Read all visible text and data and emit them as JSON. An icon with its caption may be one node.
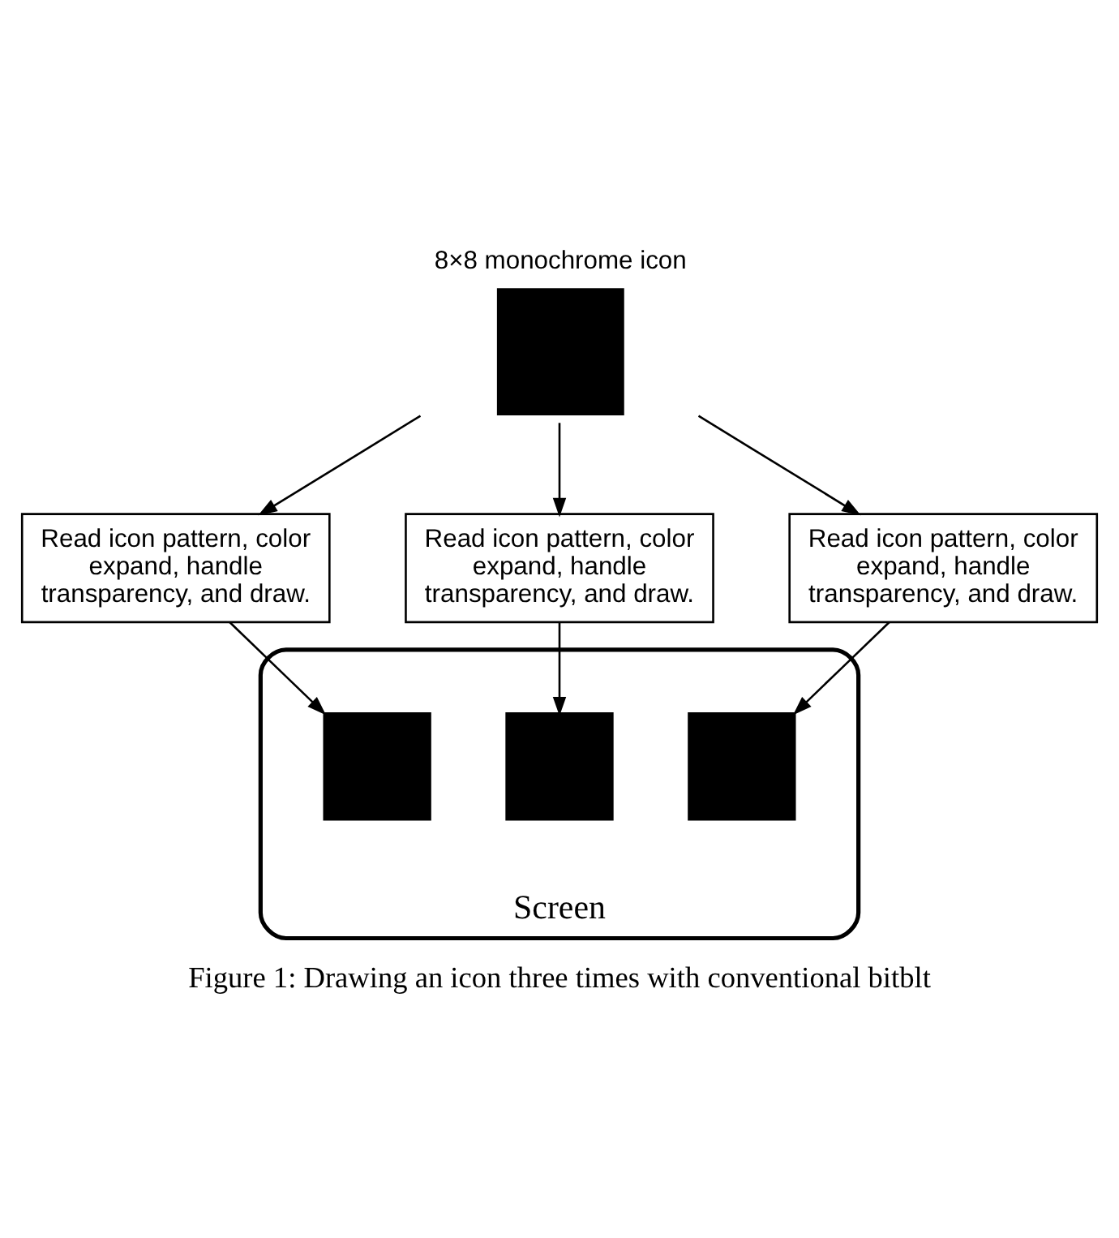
{
  "diagram": {
    "caption": "Figure 1: Drawing an icon three times with conventional bitblt",
    "nodes": [
      {
        "text": [
          "8×8 monochrome icon"
        ]
      },
      {
        "text": [
          "Read icon pattern, color expand, handle transparency, and draw."
        ]
      },
      {
        "text": [
          "Read icon pattern, color expand, handle transparency, and draw."
        ]
      },
      {
        "text": [
          "Read icon pattern, color expand, handle transparency, and draw."
        ]
      },
      {
        "text": [
          "Screen"
        ]
      },
      {
        "text": [],
        "shape": "box",
        "in": 4
      },
      {
        "text": [],
        "shape": "box",
        "in": 4
      },
      {
        "text": [],
        "shape": "box",
        "in": 4
      }
    ],
    "edges": [
      {
        "from": 0,
        "to": 1,
        "arrow": "to"
      },
      {
        "from": 0,
        "to": 2,
        "arrow": "to"
      },
      {
        "from": 0,
        "to": 3,
        "arrow": "to"
      },
      {
        "from": 1,
        "to": 5,
        "arrow": "to"
      },
      {
        "from": 2,
        "to": 6,
        "arrow": "to"
      },
      {
        "from": 3,
        "to": 7,
        "arrow": "to"
      }
    ]
  }
}
